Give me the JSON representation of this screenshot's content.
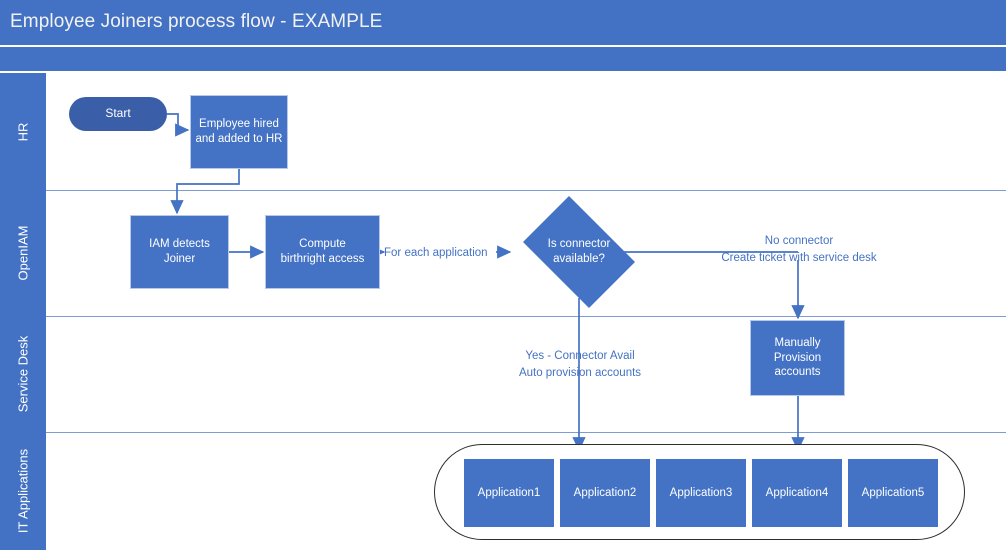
{
  "header": {
    "title": "Employee Joiners process flow - EXAMPLE",
    "band_color": "#4372C4",
    "title_color": "#F2F2F2"
  },
  "theme": {
    "lane_header_bg": "#4372C4",
    "node_fill": "#4472C4",
    "start_fill": "#3A5FA8",
    "connector": "#4472C4",
    "label_text": "#4472C4",
    "group_outline": "#2E2E2E"
  },
  "lanes": [
    {
      "id": "hr",
      "label": "HR"
    },
    {
      "id": "openiam",
      "label": "OpenIAM"
    },
    {
      "id": "servicedesk",
      "label": "Service Desk"
    },
    {
      "id": "itapps",
      "label": "IT Applications"
    }
  ],
  "nodes": {
    "start": "Start",
    "employee_hired": "Employee hired\nand added to HR",
    "iam_detects": "IAM detects\nJoiner",
    "compute_birthright": "Compute\nbirthright access",
    "decision": "Is connector\navailable?",
    "manual_provision": "Manually\nProvision\naccounts"
  },
  "edge_labels": {
    "for_each_application": "For each application",
    "no_connector": "No connector\nCreate ticket with service desk",
    "yes_connector": "Yes - Connector Avail\nAuto provision accounts"
  },
  "applications": [
    "Application1",
    "Application2",
    "Application3",
    "Application4",
    "Application5"
  ]
}
